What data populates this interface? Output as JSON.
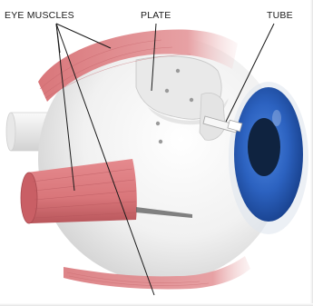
{
  "labels": {
    "eye_muscles": "EYE MUSCLES",
    "plate": "PLATE",
    "tube": "TUBE"
  },
  "colors": {
    "muscle": "#d9767a",
    "muscle_dark": "#b8565b",
    "sclera": "#f2f2f2",
    "iris": "#2a5db8",
    "pupil": "#0f2340",
    "plate": "#ececec",
    "leader_line": "#1a1a1a"
  },
  "icons": {
    "eyeball": "eyeball-illustration",
    "optic_nerve": "optic-nerve-stub"
  }
}
